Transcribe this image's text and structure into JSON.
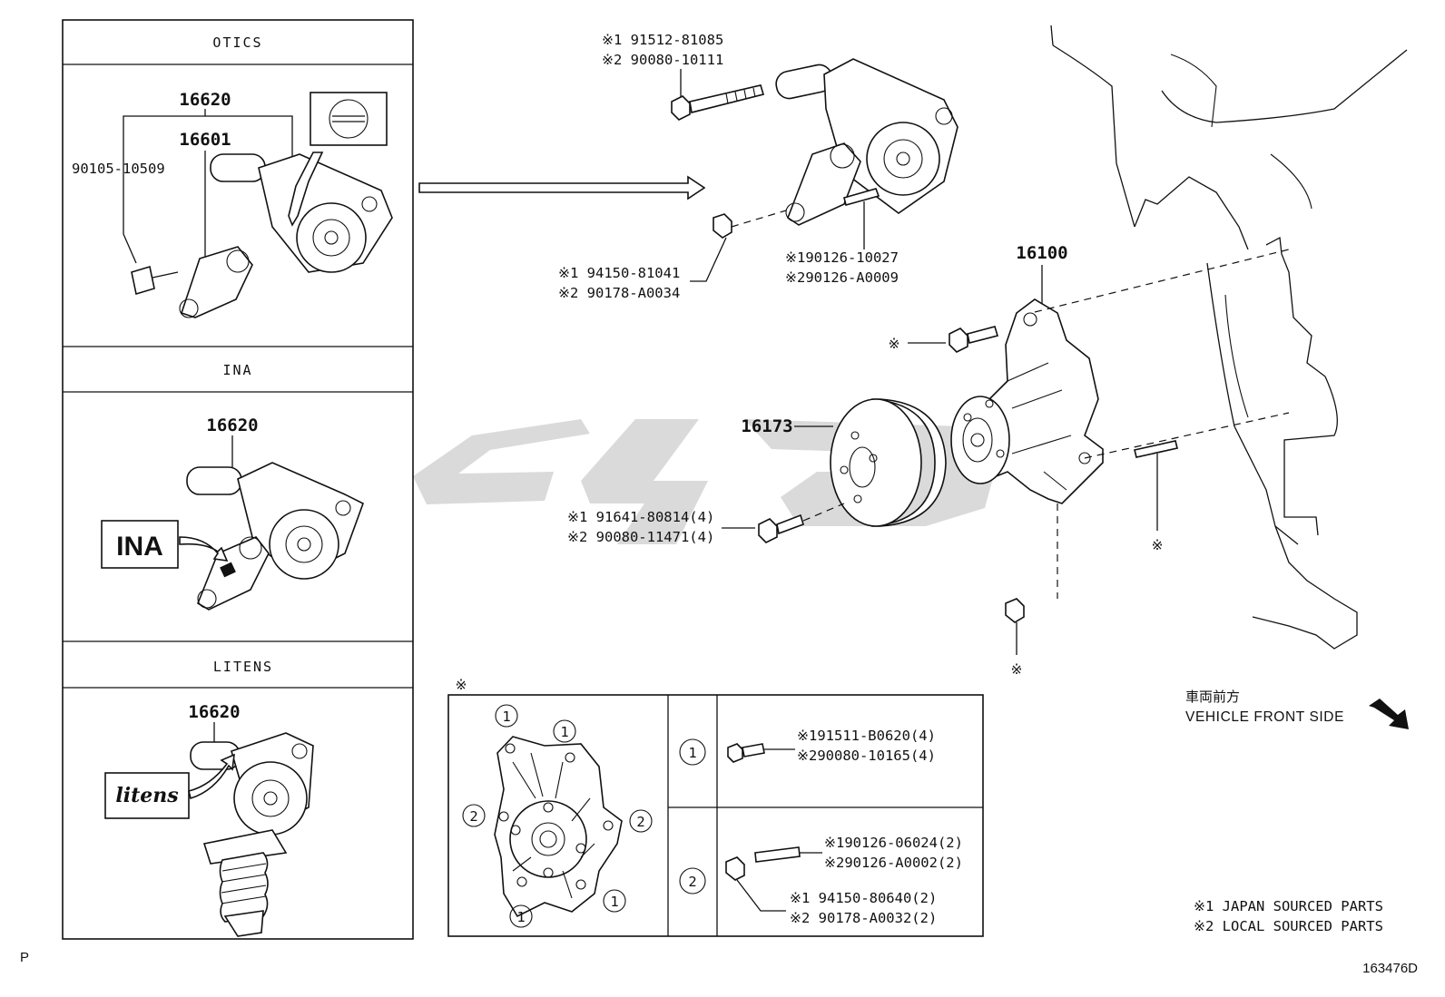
{
  "sections": {
    "otics": {
      "title": "OTICS",
      "assembly": "16620",
      "tensioner": "16601",
      "bolt": "90105-10509"
    },
    "ina": {
      "title": "INA",
      "assembly": "16620",
      "brand": "INA"
    },
    "litens": {
      "title": "LITENS",
      "assembly": "16620",
      "brand": "litens"
    }
  },
  "main": {
    "bolt_top": {
      "j": "※1 91512-81085",
      "l": "※2 90080-10111"
    },
    "nut_left": {
      "j": "※1 94150-81041",
      "l": "※2 90178-A0034"
    },
    "stud_mid": {
      "j": "※190126-10027",
      "l": "※290126-A0009"
    },
    "pump": "16100",
    "pulley": "16173",
    "pulley_bolt": {
      "j": "※1 91641-80814(4)",
      "l": "※2 90080-11471(4)"
    },
    "ref_mark": "※"
  },
  "detail": {
    "ref_mark": "※",
    "row1": {
      "callout": "1",
      "j": "※191511-B0620(4)",
      "l": "※290080-10165(4)"
    },
    "row2": {
      "callout": "2",
      "stud_j": "※190126-06024(2)",
      "stud_l": "※290126-A0002(2)",
      "nut_j": "※1 94150-80640(2)",
      "nut_l": "※2 90178-A0032(2)"
    },
    "callouts": [
      "1",
      "1",
      "2",
      "2",
      "1",
      "1"
    ]
  },
  "direction": {
    "jp": "車両前方",
    "en": "VEHICLE FRONT SIDE"
  },
  "legend": {
    "l1": "※1 JAPAN SOURCED PARTS",
    "l2": "※2 LOCAL SOURCED PARTS"
  },
  "footer": {
    "left": "P",
    "right": "163476D"
  },
  "colors": {
    "line": "#111111",
    "watermark": "#d4d4d4"
  }
}
